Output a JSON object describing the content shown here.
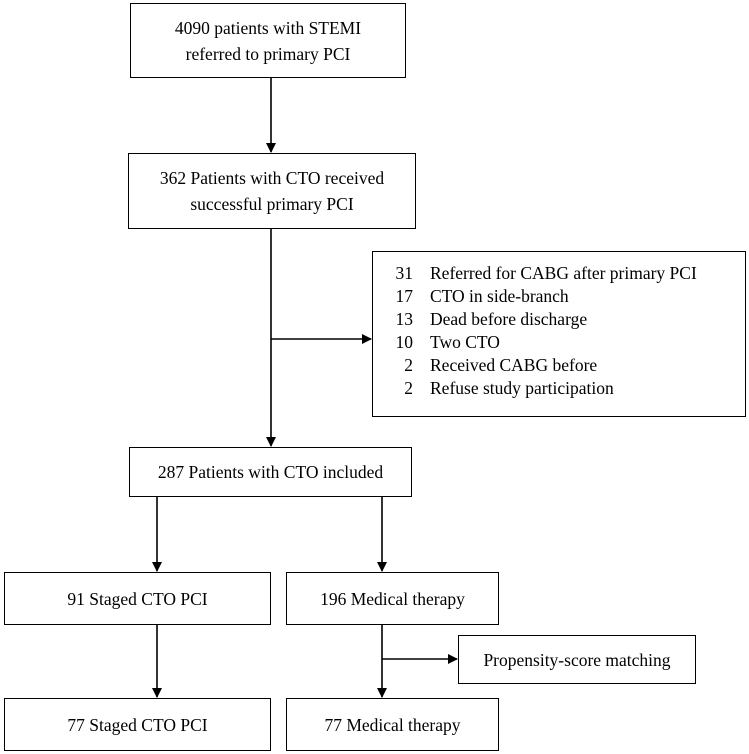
{
  "nodes": {
    "referred": {
      "text": "4090 patients with STEMI\nreferred to primary PCI"
    },
    "cto_success": {
      "text": "362 Patients with CTO received\nsuccessful primary PCI"
    },
    "included": {
      "text": "287 Patients with CTO included"
    },
    "staged_cto_pci": {
      "text": "91 Staged CTO PCI"
    },
    "medical_therapy": {
      "text": "196 Medical therapy"
    },
    "propensity_matching": {
      "text": "Propensity-score matching"
    },
    "staged_cto_pci_matched": {
      "text": "77 Staged CTO PCI"
    },
    "medical_therapy_matched": {
      "text": "77 Medical therapy"
    }
  },
  "exclusions": [
    {
      "count": "31",
      "label": "Referred for CABG after primary PCI"
    },
    {
      "count": "17",
      "label": "CTO in side-branch"
    },
    {
      "count": "13",
      "label": "Dead before discharge"
    },
    {
      "count": "10",
      "label": "Two CTO"
    },
    {
      "count": "2",
      "label": "Received CABG before"
    },
    {
      "count": "2",
      "label": "Refuse study participation"
    }
  ],
  "edges": [
    {
      "from": "referred",
      "to": "cto_success"
    },
    {
      "from": "cto_success",
      "to": "included"
    },
    {
      "from": "cto_success",
      "to": "exclusions"
    },
    {
      "from": "included",
      "to": "staged_cto_pci"
    },
    {
      "from": "included",
      "to": "medical_therapy"
    },
    {
      "from": "staged_cto_pci",
      "to": "staged_cto_pci_matched"
    },
    {
      "from": "medical_therapy",
      "to": "medical_therapy_matched"
    },
    {
      "from": "medical_therapy",
      "to": "propensity_matching"
    }
  ]
}
